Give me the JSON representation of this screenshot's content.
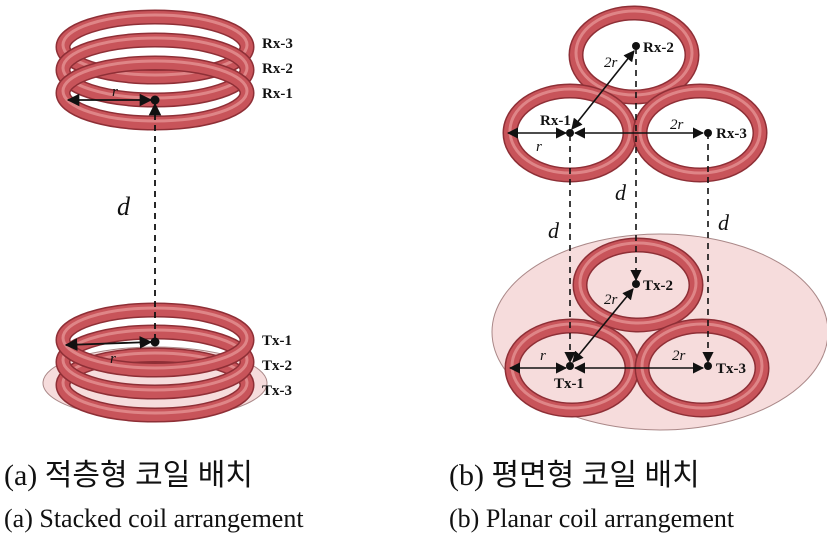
{
  "left": {
    "rx_labels": [
      "Rx-3",
      "Rx-2",
      "Rx-1"
    ],
    "tx_labels": [
      "Tx-1",
      "Tx-2",
      "Tx-3"
    ],
    "radius_label": "r",
    "distance_label": "d",
    "caption_ko": "(a) 적층형 코일 배치",
    "caption_en": "(a) Stacked coil arrangement"
  },
  "right": {
    "rx_labels": [
      "Rx-1",
      "Rx-2",
      "Rx-3"
    ],
    "tx_labels": [
      "Tx-1",
      "Tx-2",
      "Tx-3"
    ],
    "radius_label": "r",
    "spacing_label": "2r",
    "distance_label": "d",
    "caption_ko": "(b) 평면형 코일 배치",
    "caption_en": "(b) Planar coil arrangement"
  },
  "colors": {
    "coil": "#c8545a",
    "coil_highlight": "#e89a9a",
    "coil_shadow": "#8e2f36",
    "base": "#f6dcdc"
  }
}
